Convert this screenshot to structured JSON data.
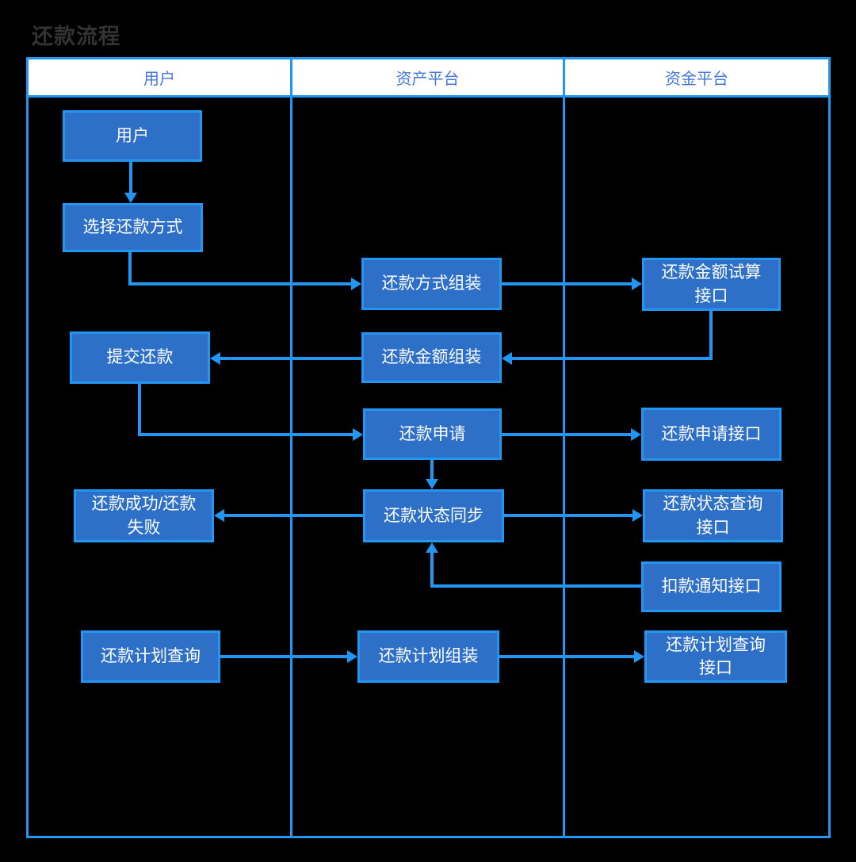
{
  "title": "还款流程",
  "colors": {
    "background": "#000000",
    "title_text": "#333333",
    "accent_border": "#2196F3",
    "node_fill": "#2E70C8",
    "node_text": "#FFFFFF",
    "header_bg": "#FFFFFF",
    "header_text": "#4577DB"
  },
  "lanes": [
    {
      "label": "用户"
    },
    {
      "label": "资产平台"
    },
    {
      "label": "资金平台"
    }
  ],
  "nodes": {
    "user": {
      "label": "用户",
      "lane": "用户"
    },
    "choose_method": {
      "label": "选择还款方式",
      "lane": "用户"
    },
    "submit_repay": {
      "label": "提交还款",
      "lane": "用户"
    },
    "repay_result": {
      "label": "还款成功/还款\n失败",
      "lane": "用户"
    },
    "plan_query": {
      "label": "还款计划查询",
      "lane": "用户"
    },
    "method_assemble": {
      "label": "还款方式组装",
      "lane": "资产平台"
    },
    "amount_assemble": {
      "label": "还款金额组装",
      "lane": "资产平台"
    },
    "repay_apply": {
      "label": "还款申请",
      "lane": "资产平台"
    },
    "status_sync": {
      "label": "还款状态同步",
      "lane": "资产平台"
    },
    "plan_assemble": {
      "label": "还款计划组装",
      "lane": "资产平台"
    },
    "amount_trial_api": {
      "label": "还款金额试算\n接口",
      "lane": "资金平台"
    },
    "apply_api": {
      "label": "还款申请接口",
      "lane": "资金平台"
    },
    "status_query_api": {
      "label": "还款状态查询\n接口",
      "lane": "资金平台"
    },
    "deduct_notify_api": {
      "label": "扣款通知接口",
      "lane": "资金平台"
    },
    "plan_query_api": {
      "label": "还款计划查询\n接口",
      "lane": "资金平台"
    }
  },
  "edges": [
    {
      "from": "用户",
      "to": "选择还款方式"
    },
    {
      "from": "选择还款方式",
      "to": "还款方式组装"
    },
    {
      "from": "还款方式组装",
      "to": "还款金额试算接口"
    },
    {
      "from": "还款金额试算接口",
      "to": "还款金额组装"
    },
    {
      "from": "还款金额组装",
      "to": "提交还款"
    },
    {
      "from": "提交还款",
      "to": "还款申请"
    },
    {
      "from": "还款申请",
      "to": "还款申请接口"
    },
    {
      "from": "还款申请",
      "to": "还款状态同步"
    },
    {
      "from": "还款状态同步",
      "to": "还款成功/还款失败"
    },
    {
      "from": "还款状态同步",
      "to": "还款状态查询接口"
    },
    {
      "from": "扣款通知接口",
      "to": "还款状态同步"
    },
    {
      "from": "还款计划查询",
      "to": "还款计划组装"
    },
    {
      "from": "还款计划组装",
      "to": "还款计划查询接口"
    }
  ]
}
